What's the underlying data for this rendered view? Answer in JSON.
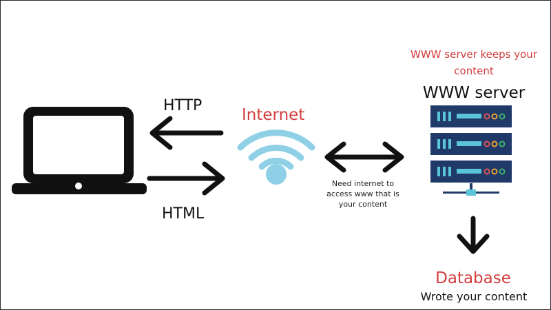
{
  "labels": {
    "http": "HTTP",
    "html": "HTML",
    "internet": "Internet",
    "note": "Need internet to access www that is your content",
    "server_keeps": "WWW server keeps your content",
    "server": "WWW server",
    "database": "Database",
    "wrote": "Wrote your content"
  },
  "colors": {
    "accent_red": "#d33d3d",
    "wifi_blue": "#8fd0e6",
    "server_navy": "#1f3a68",
    "server_teal": "#5bc4d6",
    "led_red": "#e05555",
    "led_orange": "#f0a030",
    "led_green": "#40b070",
    "ink": "#111111"
  }
}
